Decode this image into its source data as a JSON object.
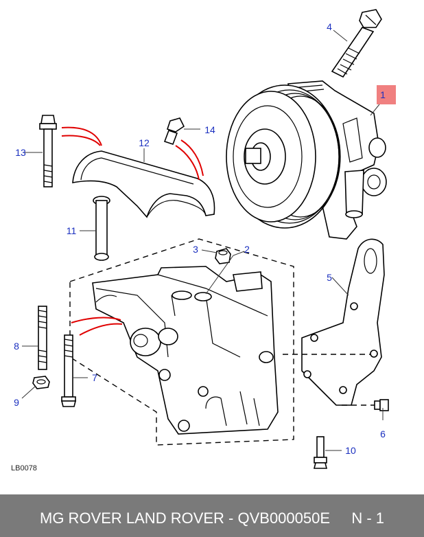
{
  "callouts": [
    "1",
    "2",
    "3",
    "4",
    "5",
    "6",
    "7",
    "8",
    "9",
    "10",
    "11",
    "12",
    "13",
    "14"
  ],
  "diagram_code": "LB0078",
  "footer": {
    "left": "MG ROVER LAND ROVER - QVB000050E",
    "right": "N - 1"
  },
  "colors": {
    "callout_text": "#1a2fbf",
    "highlight": "#f08080",
    "accent_lines": "#e00000",
    "footer_bg": "#7a7a7a"
  }
}
